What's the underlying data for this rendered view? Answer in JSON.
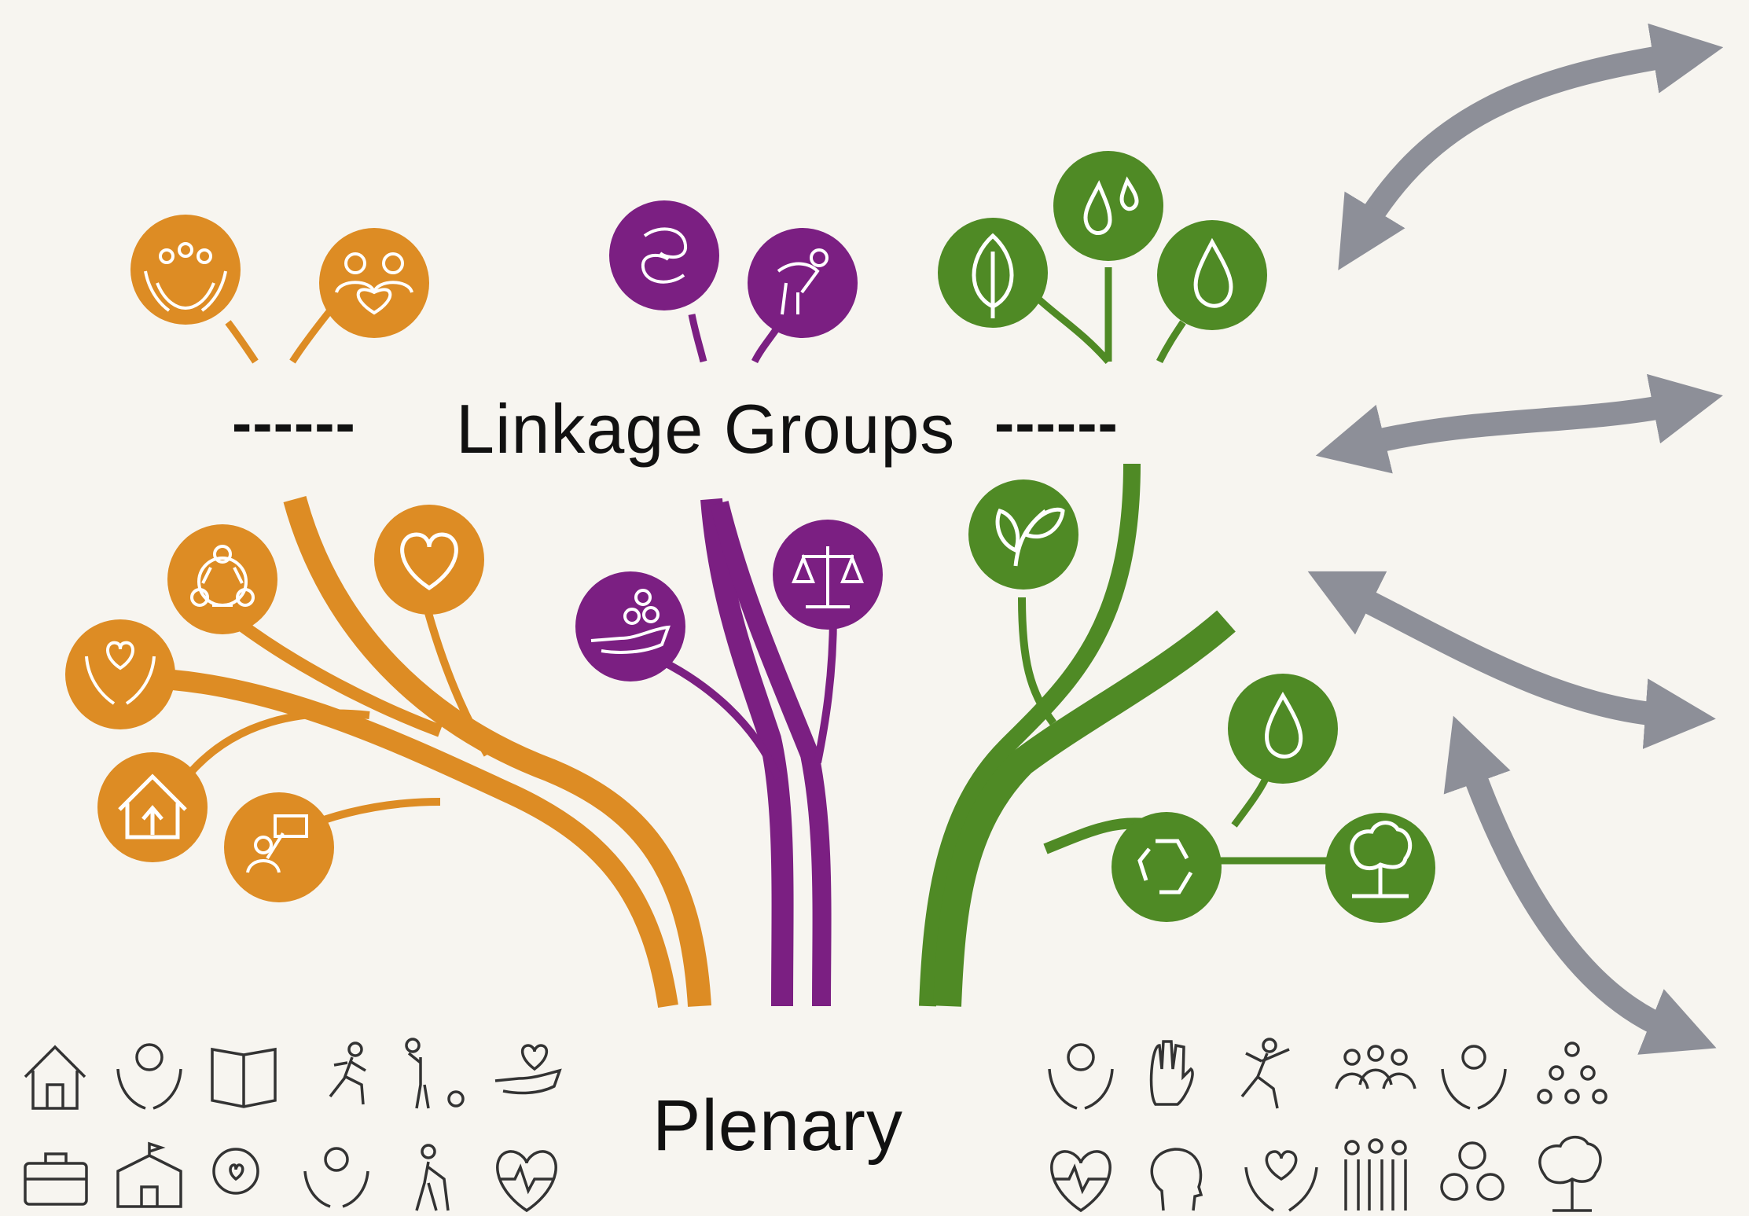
{
  "labels": {
    "left_dashes": "------",
    "title": "Linkage Groups",
    "right_dashes": "------",
    "bottom": "Plenary"
  },
  "colors": {
    "background": "#f7f5f0",
    "orange": "#dd8c24",
    "purple": "#7b1f82",
    "green": "#4f8a25",
    "arrow": "#8d8f98",
    "icon_line": "#ffffff",
    "outline_icon": "#333333"
  },
  "icons": {
    "top_orange": [
      "family-care-icon",
      "people-heart-icon"
    ],
    "top_purple": [
      "mental-health-icon",
      "injury-icon"
    ],
    "top_green": [
      "leaf-icon",
      "water-drops-icon",
      "water-drop-icon"
    ],
    "left_orange": [
      "community-group-icon",
      "heart-icon",
      "caring-hands-icon",
      "home-icon",
      "education-icon"
    ],
    "left_purple": [
      "money-in-hand-icon",
      "justice-scales-icon"
    ],
    "right_green": [
      "plant-sprout-icon",
      "water-drop-icon",
      "recycle-icon",
      "tree-icon"
    ],
    "bottom_left_row1": [
      "house-icon",
      "hands-globe-icon",
      "book-icon",
      "running-person-icon",
      "juggling-person-icon",
      "heart-in-hand-icon"
    ],
    "bottom_left_row2": [
      "briefcase-icon",
      "school-building-icon",
      "hands-heart-people-icon",
      "care-hands-gear-icon",
      "elderly-walker-icon",
      "heartbeat-icon"
    ],
    "bottom_right_row1": [
      "wellbeing-face-icon",
      "raised-hand-icon",
      "jumping-person-icon",
      "group-icon",
      "hands-family-icon",
      "community-pyramid-icon"
    ],
    "bottom_right_row2": [
      "heart-pulse-icon",
      "head-profile-icon",
      "heart-hands-icon",
      "diverse-people-icon",
      "recycle-outline-icon",
      "tree-outline-icon"
    ]
  },
  "arrows": [
    "two-way-arrow-1",
    "two-way-arrow-2",
    "two-way-arrow-3",
    "two-way-arrow-4"
  ]
}
